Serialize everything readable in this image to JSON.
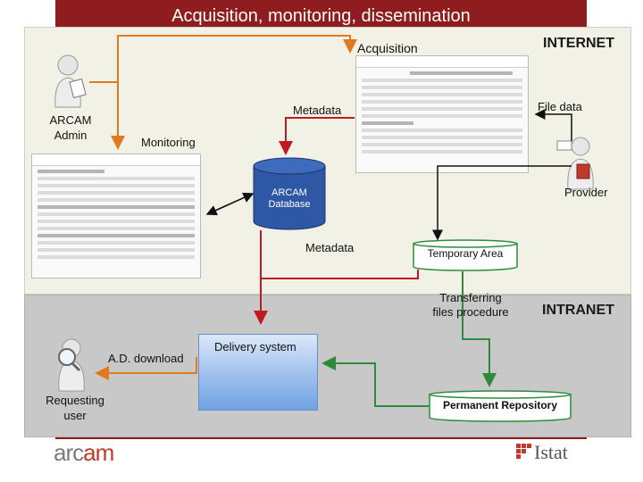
{
  "title": "Acquisition, monitoring, dissemination",
  "zones": {
    "internet": "INTERNET",
    "intranet": "INTRANET"
  },
  "labels": {
    "acquisition": "Acquisition",
    "metadata_top": "Metadata",
    "file_data": "File data",
    "monitoring": "Monitoring",
    "arcam_admin": "ARCAM\nAdmin",
    "provider": "Provider",
    "arcam_database": "ARCAM\nDatabase",
    "metadata_mid": "Metadata",
    "temporary_area": "Temporary Area",
    "transferring": "Transferring\nfiles procedure",
    "ad_download": "A.D. download",
    "delivery_system": "Delivery system",
    "requesting_user": "Requesting\nuser",
    "permanent_repository": "Permanent Repository"
  },
  "logos": {
    "arcam_left": "arc",
    "arcam_right": "am",
    "istat": "Istat"
  },
  "colors": {
    "title_bg": "#8f1c1f",
    "arrow_orange": "#e07a1f",
    "arrow_red": "#c0191f",
    "arrow_green": "#2e8b3a",
    "arrow_black": "#111111"
  }
}
